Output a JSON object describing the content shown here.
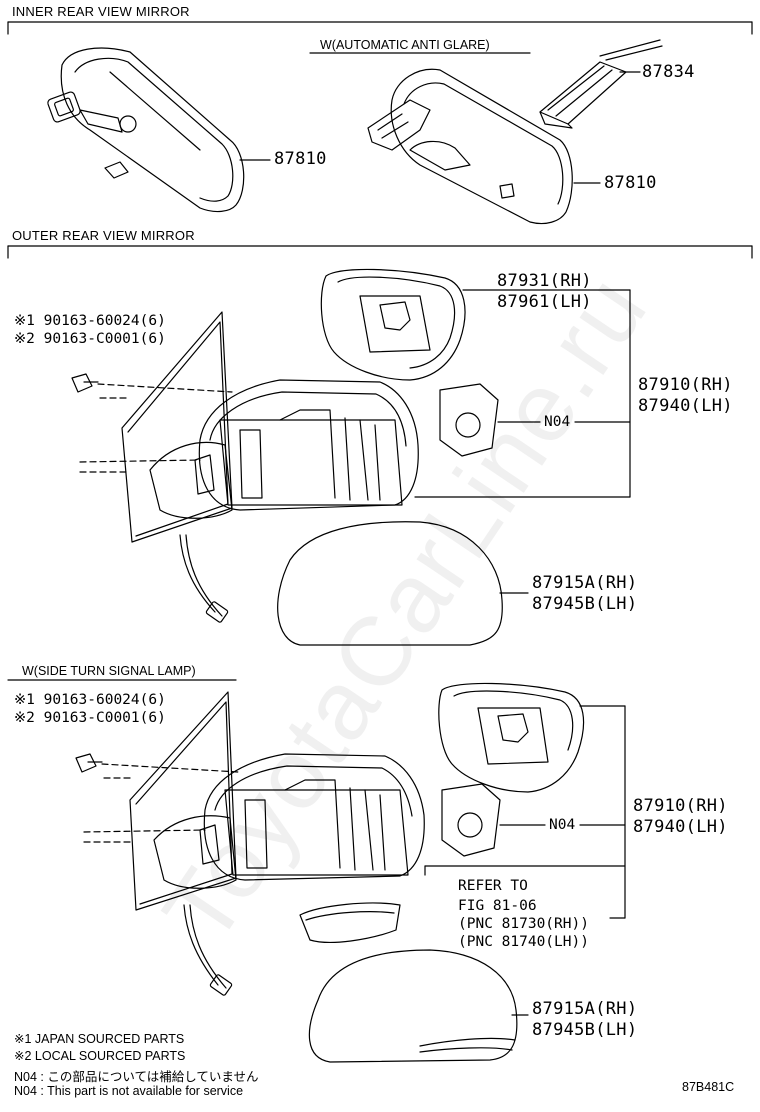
{
  "sections": {
    "inner_title": "INNER REAR VIEW MIRROR",
    "inner_variant": "W(AUTOMATIC ANTI GLARE)",
    "outer_title": "OUTER REAR VIEW MIRROR",
    "outer_variant": "W(SIDE TURN SIGNAL LAMP)"
  },
  "parts": {
    "p87810": "87810",
    "p87834": "87834",
    "p87931": "87931(RH)",
    "p87961": "87961(LH)",
    "p87910": "87910(RH)",
    "p87940": "87940(LH)",
    "p87915A": "87915A(RH)",
    "p87945B": "87945B(LH)",
    "n04": "N04",
    "bolt1": "※1 90163-60024(6)",
    "bolt2": "※2 90163-C0001(6)",
    "refer_1": "REFER TO",
    "refer_2": "FIG 81-06",
    "refer_3": "(PNC 81730(RH))",
    "refer_4": "(PNC 81740(LH))"
  },
  "notes": {
    "n1": "※1 JAPAN SOURCED PARTS",
    "n2": "※2 LOCAL SOURCED PARTS",
    "n3": "N04 :  この部品については補給していません",
    "n4": "N04 :  This part is not available for service"
  },
  "drawing_code": "87B481C",
  "watermark": "ToyotaCarLine.ru"
}
